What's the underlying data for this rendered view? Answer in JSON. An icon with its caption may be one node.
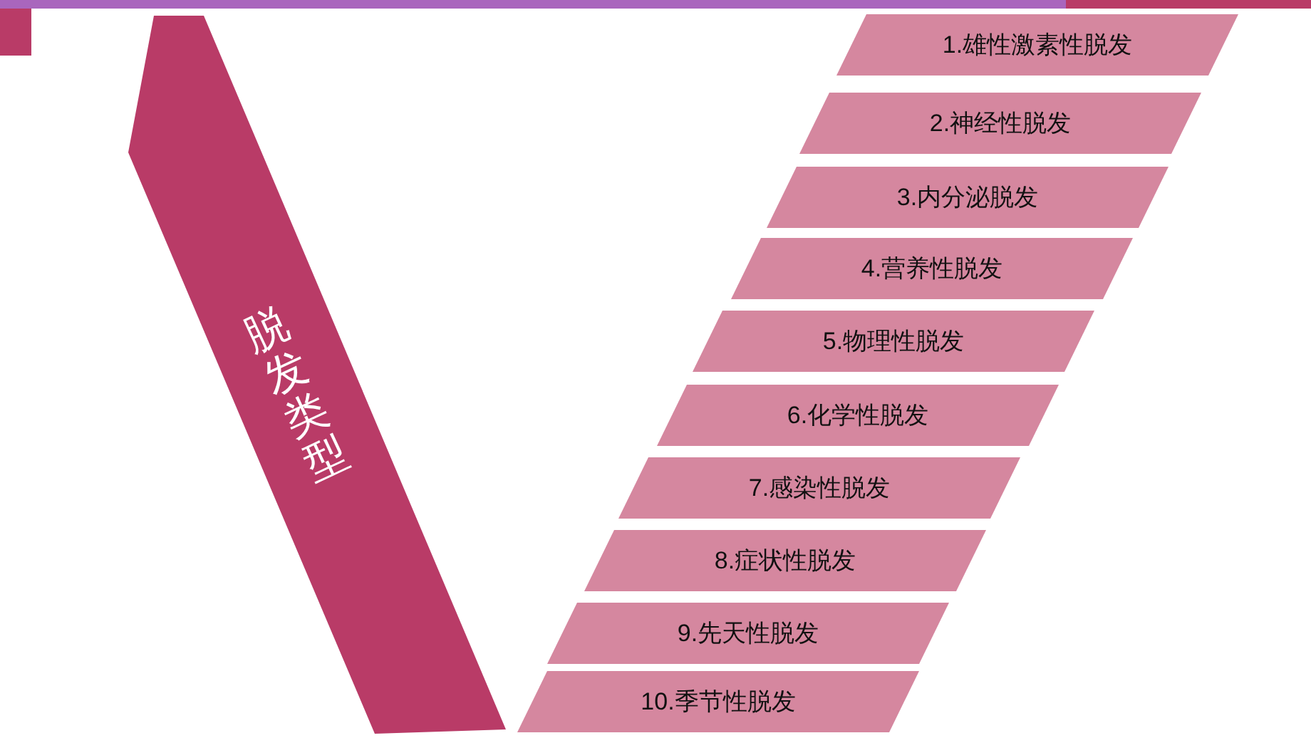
{
  "diagram": {
    "nodes": [
      {
        "text": [
          "脱发类型"
        ]
      },
      {
        "text": [
          "1.雄性激素性脱发"
        ]
      },
      {
        "text": [
          "2.神经性脱发"
        ]
      },
      {
        "text": [
          "3.内分泌脱发"
        ]
      },
      {
        "text": [
          "4.营养性脱发"
        ]
      },
      {
        "text": [
          "5.物理性脱发"
        ]
      },
      {
        "text": [
          "6.化学性脱发"
        ]
      },
      {
        "text": [
          "7.感染性脱发"
        ]
      },
      {
        "text": [
          "8.症状性脱发"
        ]
      },
      {
        "text": [
          "9.先天性脱发"
        ]
      },
      {
        "text": [
          "10.季节性脱发"
        ]
      }
    ]
  }
}
